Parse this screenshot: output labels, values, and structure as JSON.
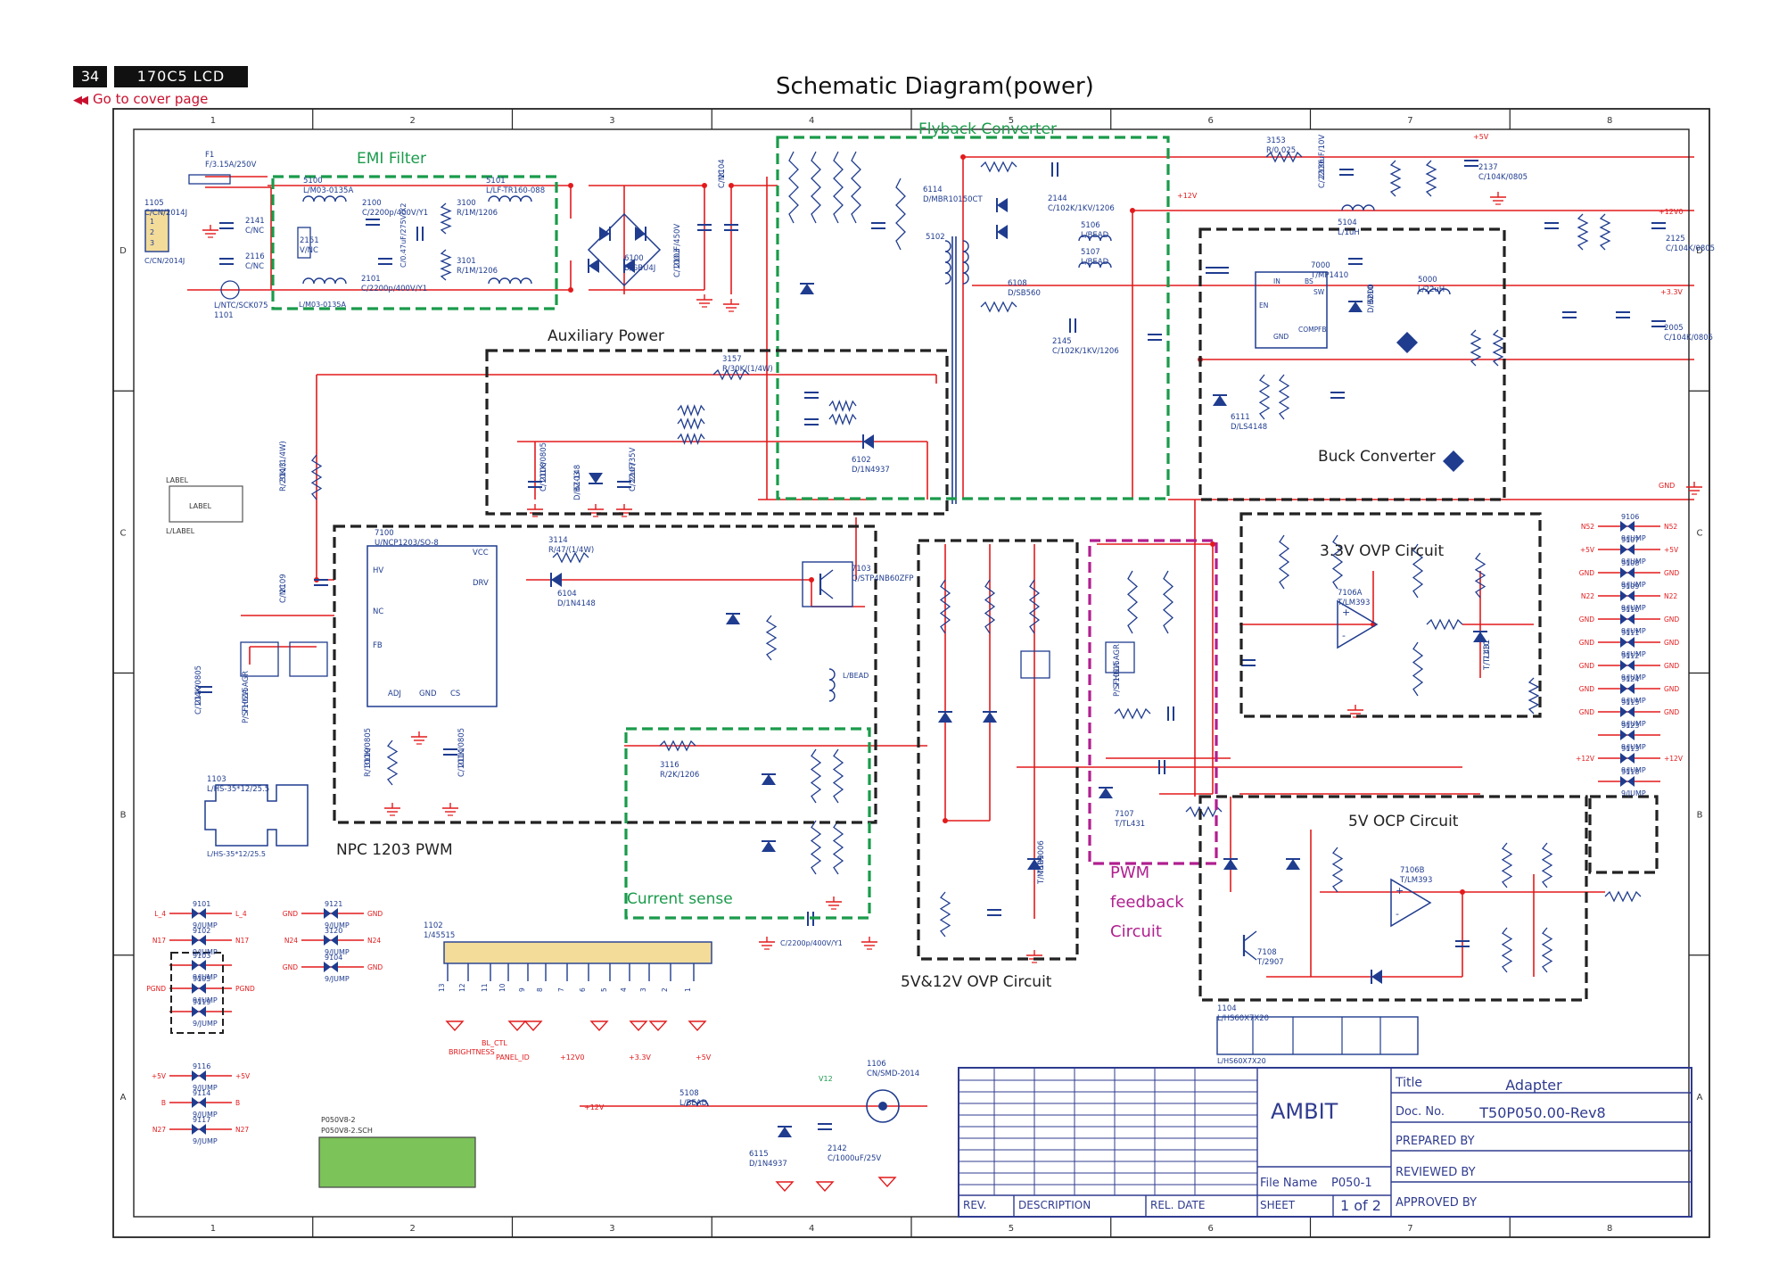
{
  "header": {
    "page_number": "34",
    "model": "170C5 LCD",
    "cover_link": "Go to cover page",
    "title": "Schematic Diagram(power)"
  },
  "grid": {
    "columns": [
      "1",
      "2",
      "3",
      "4",
      "5",
      "6",
      "7",
      "8"
    ],
    "rows": [
      "D",
      "C",
      "B",
      "A"
    ]
  },
  "blocks": {
    "emi": "EMI Filter",
    "flyback": "Flyback Converter",
    "aux": "Auxiliary Power",
    "npc": "NPC 1203 PWM",
    "current": "Current sense",
    "ovp512": "5V&12V OVP Circuit",
    "pwm": [
      "PWM",
      "feedback",
      "Circuit"
    ],
    "buck": "Buck Converter",
    "ovp33": "3.3V OVP Circuit",
    "ocp5": "5V OCP Circuit"
  },
  "components": {
    "f1": [
      "F1",
      "F/3.15A/250V"
    ],
    "conn1105": [
      "1105",
      "C/CN/2014J"
    ],
    "c2141": [
      "2141",
      "C/NC"
    ],
    "c2116": [
      "2116",
      "C/NC"
    ],
    "ntc1101": [
      "L/NTC/SCK075",
      "1101"
    ],
    "t5100": [
      "5100",
      "L/M03-0135A"
    ],
    "v2151": [
      "2151",
      "V/NC"
    ],
    "c2100": [
      "2100",
      "C/2200p/400V/Y1"
    ],
    "c2101": [
      "2101",
      "C/2200p/400V/Y1"
    ],
    "c2102": [
      "2102",
      "C/0.47uF/275V/X2"
    ],
    "r3100": [
      "3100",
      "R/1M/1206"
    ],
    "r3101": [
      "3101",
      "R/1M/1206"
    ],
    "l5101": [
      "5101",
      "L/LF-TR160-088"
    ],
    "br6100": [
      "6100",
      "B/GBU4J"
    ],
    "c2103": [
      "2103",
      "C/100uF/450V"
    ],
    "c2104": [
      "2104",
      "C/NC"
    ],
    "t5102": [
      "5102"
    ],
    "pwm7100": [
      "7100",
      "U/NCP1203/SO-8"
    ],
    "q7103": [
      "7103",
      "Q/STP4NB60ZFP"
    ],
    "r3114": [
      "3114",
      "R/47/(1/4W)"
    ],
    "d6104": [
      "6104",
      "D/1N4148"
    ],
    "r3157": [
      "3157",
      "R/30K/(1/4W)"
    ],
    "r3113": [
      "3113",
      "R/20K/(1/4W)"
    ],
    "d6102": [
      "6102",
      "D/1N4937"
    ],
    "d6103": [
      "6103",
      "D/BZ-148"
    ],
    "c2107": [
      "2107",
      "C/22uF/35V"
    ],
    "c2108": [
      "2108",
      "C/101K/0805"
    ],
    "d6108": [
      "6108",
      "D/SB560"
    ],
    "d6114": [
      "6114",
      "D/MBR10150CT"
    ],
    "l5106": [
      "5106",
      "L/BEAD"
    ],
    "l5107": [
      "5107",
      "L/BEAD"
    ],
    "c2144": [
      "2144",
      "C/102K/1KV/1206"
    ],
    "c2145": [
      "2145",
      "C/102K/1KV/1206"
    ],
    "r3153": [
      "3153",
      "R/0.025"
    ],
    "l5104": [
      "5104",
      "L/1uH"
    ],
    "c2136": [
      "2136",
      "C/2200uF/10V"
    ],
    "c2137": [
      "2137",
      "C/104K/0805"
    ],
    "u7000": [
      "7000",
      "T/MP1410"
    ],
    "l5000": [
      "5000",
      "L/22uH"
    ],
    "d6000": [
      "6000",
      "D/B210"
    ],
    "d6111": [
      "6111",
      "D/LS4148"
    ],
    "c2125": [
      "2125",
      "C/104K/0805"
    ],
    "c2005": [
      "2005",
      "C/104K/0805"
    ],
    "u7106a": [
      "7106A",
      "T/LM393"
    ],
    "u7106b": [
      "7106B",
      "T/LM393"
    ],
    "q7110": [
      "7110",
      "T/TL431"
    ],
    "q7107": [
      "7107",
      "T/TL431"
    ],
    "q7109": [
      "7109",
      "T/MBR1006"
    ],
    "q7108": [
      "7108",
      "T/2907"
    ],
    "opto7101a": [
      "7101A",
      "P/SFH615AGR"
    ],
    "opto7102a": [
      "7102A",
      "P/SFH615AGR"
    ],
    "opto7102b": [
      "7102B",
      "P/SFH615AGR"
    ],
    "r3116": [
      "3116",
      "R/2K/1206"
    ],
    "r3119": [
      "3119",
      "R/100K/0805"
    ],
    "c2111": [
      "2111",
      "C/101K/0805"
    ],
    "c2109": [
      "2109",
      "C/NC"
    ],
    "c2110": [
      "2110",
      "C/104K/0805"
    ],
    "hs1103": [
      "1103",
      "L/HS-35*12/25.5"
    ],
    "conn1102": [
      "1102",
      "1/45515"
    ],
    "conn1106": [
      "1106",
      "CN/SMD-2014"
    ],
    "l5108": [
      "5108",
      "L/BEAD"
    ],
    "d6115": [
      "6115",
      "D/1N4937"
    ],
    "c2142": [
      "2142",
      "C/1000uF/25V"
    ],
    "hs1104": [
      "1104",
      "L/HS60X7X20"
    ],
    "c2200": [
      "C/2200p/400V/Y1"
    ],
    "p050": [
      "P050V8-2",
      "P050V8-2.SCH"
    ],
    "label": [
      "LABEL",
      "LABEL",
      "L/LABEL"
    ]
  },
  "nets": {
    "rails": [
      "+5V",
      "+12V0",
      "+3.3V",
      "GND",
      "+12V"
    ],
    "connector_pins": [
      "BRIGHTNESS",
      "BL_CTL",
      "PANEL_ID",
      "+12V0",
      "+3.3V",
      "+5V"
    ],
    "v12_label": "V12"
  },
  "jumpers_left": [
    {
      "ref": "9101",
      "l": "L_4",
      "r": "L_4"
    },
    {
      "ref": "9102",
      "l": "N17",
      "r": "N17"
    },
    {
      "ref": "9103",
      "l": "",
      "r": ""
    },
    {
      "ref": "9105",
      "l": "PGND",
      "r": "PGND"
    },
    {
      "ref": "9119",
      "l": "",
      "r": ""
    },
    {
      "ref": "9116",
      "l": "+5V",
      "r": "+5V"
    },
    {
      "ref": "9114",
      "l": "B",
      "r": "B"
    },
    {
      "ref": "9117",
      "l": "N27",
      "r": "N27"
    }
  ],
  "jumpers_mid": [
    {
      "ref": "9121",
      "l": "GND",
      "r": "GND"
    },
    {
      "ref": "3120",
      "l": "N24",
      "r": "N24"
    },
    {
      "ref": "9104",
      "l": "GND",
      "r": "GND"
    }
  ],
  "jumpers_right": [
    {
      "ref": "9106",
      "l": "N52",
      "r": "N52"
    },
    {
      "ref": "9107",
      "l": "+5V",
      "r": "+5V"
    },
    {
      "ref": "9108",
      "l": "GND",
      "r": "GND"
    },
    {
      "ref": "9109",
      "l": "N22",
      "r": "N22"
    },
    {
      "ref": "9110",
      "l": "GND",
      "r": "GND"
    },
    {
      "ref": "9111",
      "l": "GND",
      "r": "GND"
    },
    {
      "ref": "9112",
      "l": "GND",
      "r": "GND"
    },
    {
      "ref": "9124",
      "l": "GND",
      "r": "GND"
    },
    {
      "ref": "9115",
      "l": "GND",
      "r": "GND"
    },
    {
      "ref": "9123",
      "l": "",
      "r": ""
    },
    {
      "ref": "9113",
      "l": "+12V",
      "r": "+12V"
    },
    {
      "ref": "9118",
      "l": "",
      "r": ""
    }
  ],
  "jumper_value": "9/JUMP",
  "title_block": {
    "company": "AMBIT",
    "title_label": "Title",
    "title_value": "Adapter",
    "docno_label": "Doc. No.",
    "docno_value": "T50P050.00-Rev8",
    "prepared": "PREPARED BY",
    "reviewed": "REVIEWED BY",
    "approved": "APPROVED BY",
    "filename_label": "File Name",
    "filename_value": "P050-1",
    "rev": "REV.",
    "description": "DESCRIPTION",
    "reldate": "REL. DATE",
    "sheet": "SHEET",
    "sheet_value": "1 of 2"
  },
  "colors": {
    "wire": "#e31a1c",
    "component": "#1f3c8f",
    "green_box": "#1a9b4b",
    "magenta_box": "#b0208f",
    "frame": "#222222",
    "connector_fill": "#f3dc9a",
    "sch_fill": "#7cc35a"
  }
}
